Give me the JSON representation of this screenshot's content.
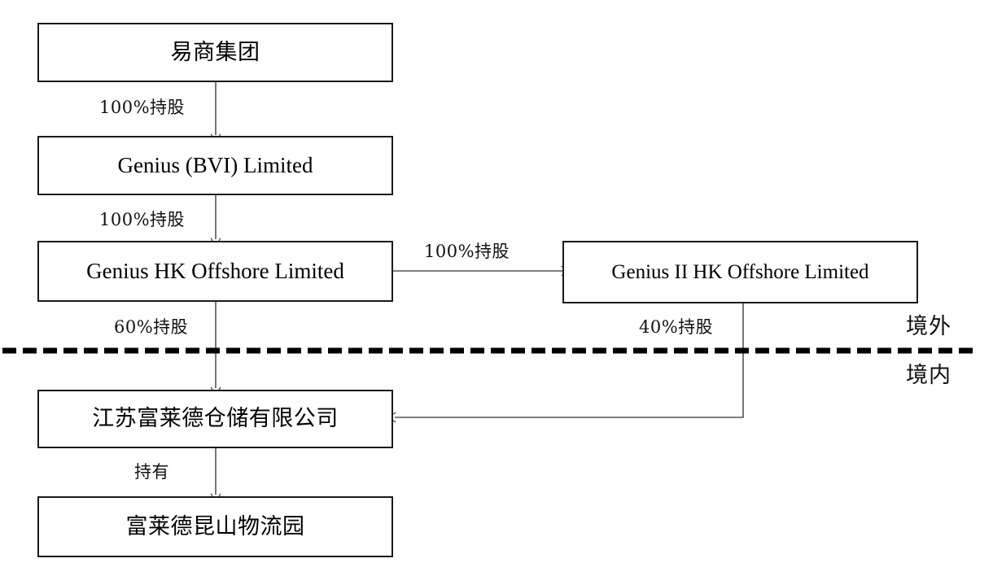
{
  "diagram": {
    "type": "org-ownership-structure",
    "boundary_line": {
      "style": "dashed",
      "above_label": "境外",
      "below_label": "境内"
    },
    "nodes": [
      {
        "id": "yishang",
        "label": "易商集团",
        "script": "cn"
      },
      {
        "id": "genius-bvi",
        "label": "Genius (BVI) Limited",
        "script": "latin"
      },
      {
        "id": "genius-hk",
        "label": "Genius HK Offshore Limited",
        "script": "latin"
      },
      {
        "id": "genius-ii-hk",
        "label": "Genius II HK Offshore Limited",
        "script": "latin"
      },
      {
        "id": "jiangsu-fulaide",
        "label": "江苏富莱德仓储有限公司",
        "script": "cn"
      },
      {
        "id": "fulaide-kunshan",
        "label": "富莱德昆山物流园",
        "script": "cn"
      }
    ],
    "edges": [
      {
        "id": "e1",
        "from": "yishang",
        "to": "genius-bvi",
        "label": "100%持股"
      },
      {
        "id": "e2",
        "from": "genius-bvi",
        "to": "genius-hk",
        "label": "100%持股"
      },
      {
        "id": "e3",
        "from": "genius-hk",
        "to": "genius-ii-hk",
        "label": "100%持股"
      },
      {
        "id": "e4",
        "from": "genius-hk",
        "to": "jiangsu-fulaide",
        "label": "60%持股"
      },
      {
        "id": "e5",
        "from": "genius-ii-hk",
        "to": "jiangsu-fulaide",
        "label": "40%持股"
      },
      {
        "id": "e6",
        "from": "jiangsu-fulaide",
        "to": "fulaide-kunshan",
        "label": "持有"
      }
    ],
    "colors": {
      "box_border": "#1a1a1a",
      "connector": "#555555",
      "boundary": "#000000",
      "background": "#ffffff",
      "text": "#111111"
    }
  }
}
